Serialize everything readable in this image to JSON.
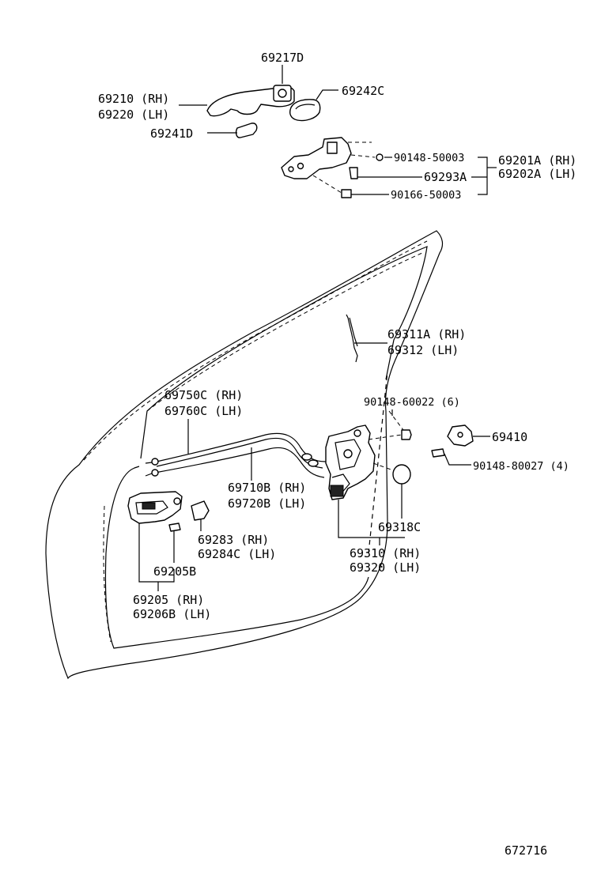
{
  "labels": {
    "p69217D": "69217D",
    "p69210": "69210 (RH)",
    "p69220": "69220 (LH)",
    "p69242C": "69242C",
    "p69241D": "69241D",
    "p90148_50003": "90148-50003",
    "p69201A": "69201A (RH)",
    "p69202A": "69202A (LH)",
    "p69293A": "69293A",
    "p90166_50003": "90166-50003",
    "p69311A": "69311A (RH)",
    "p69312": "69312  (LH)",
    "p90148_60022": "90148-60022 (6)",
    "p69750C": "69750C (RH)",
    "p69760C": "69760C (LH)",
    "p69410": "69410",
    "p90148_80027": "90148-80027 (4)",
    "p69710B": "69710B (RH)",
    "p69720B": "69720B (LH)",
    "p69318C": "69318C",
    "p69283": "69283  (RH)",
    "p69284C": "69284C (LH)",
    "p69310": "69310 (RH)",
    "p69320": "69320 (LH)",
    "p69205B": "69205B",
    "p69205": "69205  (RH)",
    "p69206B": "69206B (LH)",
    "figure_no": "672716"
  }
}
